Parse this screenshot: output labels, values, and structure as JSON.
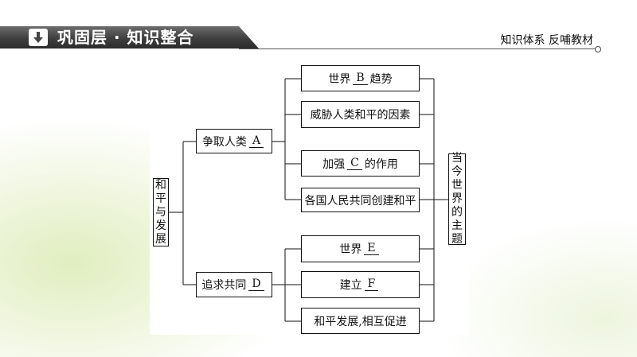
{
  "header": {
    "title": "巩固层 · 知识整合",
    "subtitle": "知识体系  反哺教材",
    "icon": "down-arrow-icon"
  },
  "diagram": {
    "root": "和平与发展",
    "branch1": {
      "pre": "争取人类",
      "blank": "A",
      "post": ""
    },
    "branch2": {
      "pre": "追求共同",
      "blank": "D",
      "post": ""
    },
    "items1": [
      {
        "pre": "世界",
        "blank": "B",
        "post": "趋势"
      },
      {
        "pre": "威胁人类和平的因素",
        "blank": "",
        "post": ""
      },
      {
        "pre": "加强",
        "blank": "C",
        "post": "的作用"
      },
      {
        "pre": "各国人民共同创建和平",
        "blank": "",
        "post": ""
      }
    ],
    "items2": [
      {
        "pre": "世界",
        "blank": "E",
        "post": ""
      },
      {
        "pre": "建立",
        "blank": "F",
        "post": ""
      },
      {
        "pre": "和平发展,相互促进",
        "blank": "",
        "post": ""
      }
    ],
    "conclusion": "当今世界的主题"
  }
}
